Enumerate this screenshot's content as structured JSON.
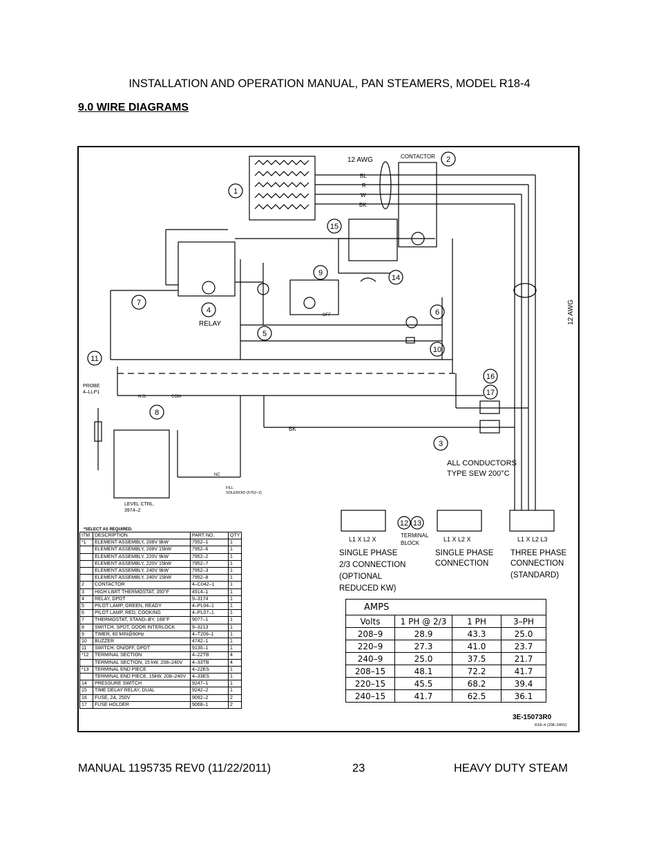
{
  "header": {
    "title": "INSTALLATION AND OPERATION MANUAL, PAN STEAMERS, MODEL R18-4"
  },
  "section": {
    "title": "9.0  WIRE DIAGRAMS"
  },
  "diagram": {
    "labels": {
      "awg_top": "12  AWG",
      "awg_right": "12  AWG",
      "contactor": "CONTACTOR",
      "relay": "RELAY",
      "probe": "PROBE",
      "probe_part": "4–LLP1",
      "level_ctrl": "LEVEL  CTRL.",
      "level_ctrl_part": "3974–2",
      "fill_solenoid": "FILL",
      "fill_solenoid_part": "SOLENOID  (5762–2)",
      "no": "N.O.",
      "com": "COM",
      "nc": "NC",
      "off": "OFF",
      "bk": "BK",
      "w": "W",
      "r": "R",
      "bl": "BL",
      "all_conductors": "ALL  CONDUCTORS",
      "type_sew": "TYPE  SEW  200°C",
      "terminal_block": "TERMINAL",
      "terminal_block2": "BLOCK",
      "l1x": "L1  X  L2  X",
      "l1l2l3": "L1  X  L2  L3",
      "single_23_1": "SINGLE  PHASE",
      "single_23_2": "2/3  CONNECTION",
      "single_23_3": "(OPTIONAL",
      "single_23_4": "REDUCED  KW)",
      "single_1": "SINGLE  PHASE",
      "single_2": "CONNECTION",
      "three_1": "THREE  PHASE",
      "three_2": "CONNECTION",
      "three_3": "(STANDARD)",
      "select_note": "*SELECT  AS  REQUIRED."
    },
    "callouts": [
      "1",
      "2",
      "3",
      "4",
      "5",
      "6",
      "7",
      "8",
      "9",
      "10",
      "11",
      "12",
      "13",
      "14",
      "15",
      "16",
      "17"
    ]
  },
  "parts_table": {
    "headers": [
      "ITM",
      "DESCRIPTION",
      "PART NO.",
      "QTY"
    ],
    "rows": [
      [
        "*1",
        "ELEMENT ASSEMBLY, 208V 9kW",
        "7952–1",
        "1"
      ],
      [
        "",
        "ELEMENT ASSEMBLY, 208V 15kW",
        "7952–6",
        "1"
      ],
      [
        "",
        "ELEMENT ASSEMBLY, 220V 9kW",
        "7952–2",
        "1"
      ],
      [
        "",
        "ELEMENT ASSEMBLY, 220V 15kW",
        "7952–7",
        "1"
      ],
      [
        "",
        "ELEMENT ASSEMBLY, 240V 9kW",
        "7952–3",
        "1"
      ],
      [
        "",
        "ELEMENT ASSEMBLY, 240V 15kW",
        "7952–8",
        "1"
      ],
      [
        "2",
        "CONTACTOR",
        "4–C042–1",
        "1"
      ],
      [
        "3",
        "HIGH LIMIT THERMOSTAT, 350°F",
        "4914–1",
        "1"
      ],
      [
        "4",
        "RELAY, DPDT",
        "9–3174",
        "1"
      ],
      [
        "5",
        "PILOT LAMP, GREEN, READY",
        "4–PL04–1",
        "1"
      ],
      [
        "6",
        "PILOT LAMP, RED, COOKING",
        "4–PL07–1",
        "1"
      ],
      [
        "7",
        "THERMOSTAT, STAND–BY, 168°F",
        "9077–1",
        "1"
      ],
      [
        "8",
        "SWITCH, SPDT, DOOR INTERLOCK",
        "9–3213",
        "1"
      ],
      [
        "9",
        "TIMER, 60 MIN@60Hz",
        "4–T209–1",
        "1"
      ],
      [
        "10",
        "BUZZER",
        "4742–1",
        "1"
      ],
      [
        "11",
        "SWITCH, ON/OFF, DPDT",
        "9130–1",
        "1"
      ],
      [
        "*12",
        "TERMINAL SECTION",
        "4–22TB",
        "4"
      ],
      [
        "",
        "TERMINAL SECTION, 15 kW, 208–240V",
        "4–33TB",
        "4"
      ],
      [
        "*13",
        "TERMINAL END PIECE",
        "4–22ES",
        "1"
      ],
      [
        "",
        "TERMINAL END PIECE, 15kW, 208–240V",
        "4–33ES",
        "1"
      ],
      [
        "14",
        "PRESSURE SWITCH",
        "9247–1",
        "1"
      ],
      [
        "15",
        "TIME DELAY RELAY, DUAL",
        "9242–2",
        "1"
      ],
      [
        "16",
        "FUSE, 2A, 250V",
        "9092–2",
        "2"
      ],
      [
        "17",
        "FUSE HOLDER",
        "9068–1",
        "2"
      ]
    ]
  },
  "amps_table": {
    "title": "AMPS",
    "headers": [
      "Volts",
      "1 PH @ 2/3",
      "1 PH",
      "3–PH"
    ],
    "rows": [
      [
        "208–9",
        "28.9",
        "43.3",
        "25.0"
      ],
      [
        "220–9",
        "27.3",
        "41.0",
        "23.7"
      ],
      [
        "240–9",
        "25.0",
        "37.5",
        "21.7"
      ],
      [
        "208–15",
        "48.1",
        "72.2",
        "41.7"
      ],
      [
        "220–15",
        "45.5",
        "68.2",
        "39.4"
      ],
      [
        "240–15",
        "41.7",
        "62.5",
        "36.1"
      ]
    ]
  },
  "drawing_number": "3E-15073R0",
  "drawing_sub": "R18–4  (208–240V)",
  "footer": {
    "left": "MANUAL 1195735 REV0 (11/22/2011)",
    "center": "23",
    "right": "HEAVY DUTY STEAM"
  }
}
